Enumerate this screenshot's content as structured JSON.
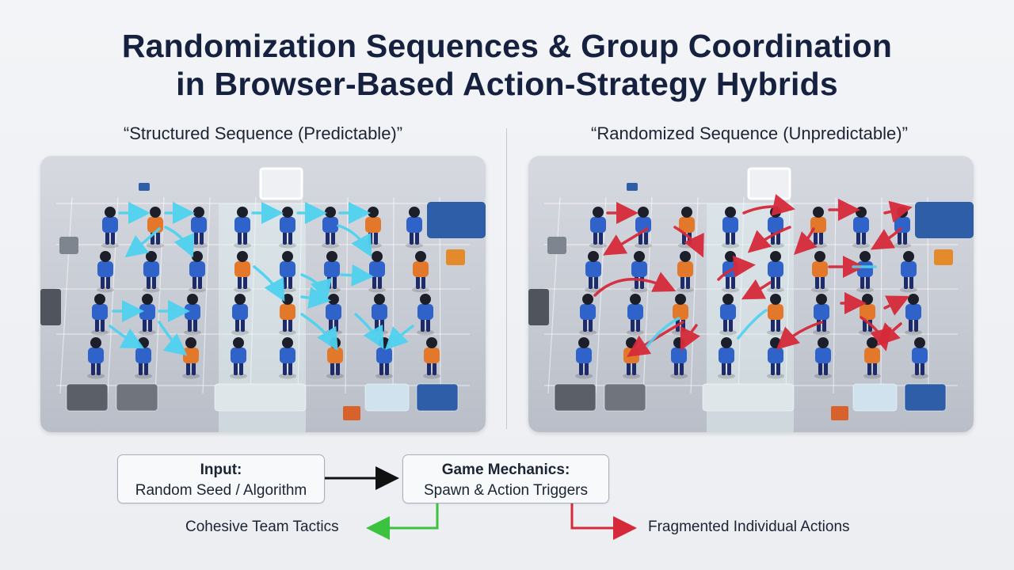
{
  "title": {
    "line1": "Randomization Sequences & Group Coordination",
    "line2": "in Browser-Based Action-Strategy Hybrids"
  },
  "panels": {
    "left": {
      "caption": "“Structured Sequence (Predictable)”",
      "arrow_color": "#4fd2f0",
      "pattern": "structured"
    },
    "right": {
      "caption": "“Randomized Sequence (Unpredictable)”",
      "arrow_color": "#d62a3a",
      "pattern": "randomized"
    }
  },
  "colors": {
    "unit_blue": "#2f63c9",
    "unit_orange": "#e3782a",
    "cohesive_arrow": "#3bc23f",
    "fragmented_arrow": "#d62a3a",
    "link_arrow": "#111111"
  },
  "flow": {
    "input_title": "Input:",
    "input_body": "Random Seed / Algorithm",
    "mechanics_title": "Game Mechanics:",
    "mechanics_body": "Spawn & Action Triggers",
    "cohesive_label": "Cohesive Team Tactics",
    "fragmented_label": "Fragmented Individual Actions"
  }
}
